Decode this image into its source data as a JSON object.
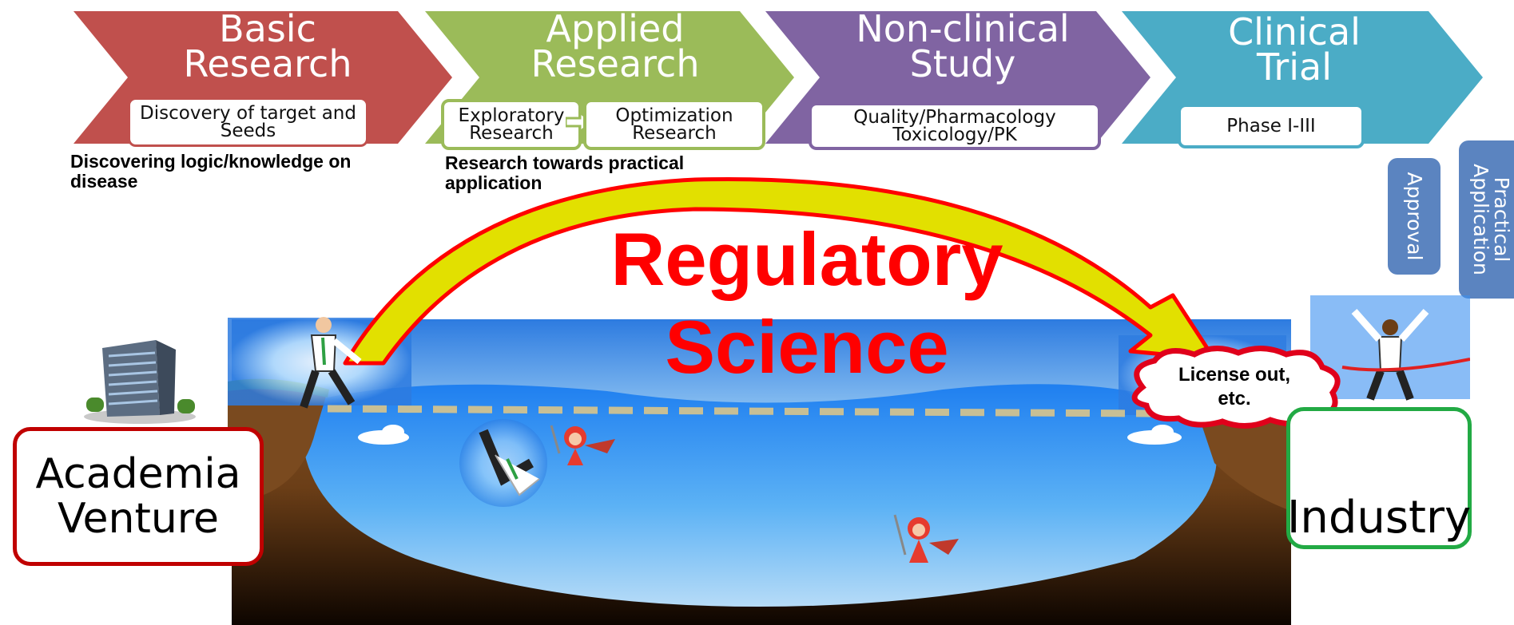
{
  "stages": [
    {
      "title": "Basic\nResearch",
      "color": "#c0504d",
      "boxes": [
        "Discovery of target and\nSeeds"
      ]
    },
    {
      "title": "Applied\nResearch",
      "color": "#9bbb59",
      "boxes": [
        "Exploratory\nResearch",
        "Optimization\nResearch"
      ]
    },
    {
      "title": "Non-clinical\nStudy",
      "color": "#8064a2",
      "boxes": [
        "Quality/Pharmacology\nToxicology/PK"
      ]
    },
    {
      "title": "Clinical\nTrial",
      "color": "#4bacc6",
      "boxes": [
        "Phase I-III"
      ]
    }
  ],
  "notes": {
    "basic": "Discovering logic/knowledge on\ndisease",
    "applied": "Research towards practical\napplication"
  },
  "side_labels": {
    "approval": "Approval",
    "practical": "Practical\nApplication"
  },
  "center": {
    "line1": "Regulatory",
    "line2": "Science"
  },
  "license": "License out,\netc.",
  "parties": {
    "left": "Academia\nVenture",
    "right": "Industry"
  }
}
